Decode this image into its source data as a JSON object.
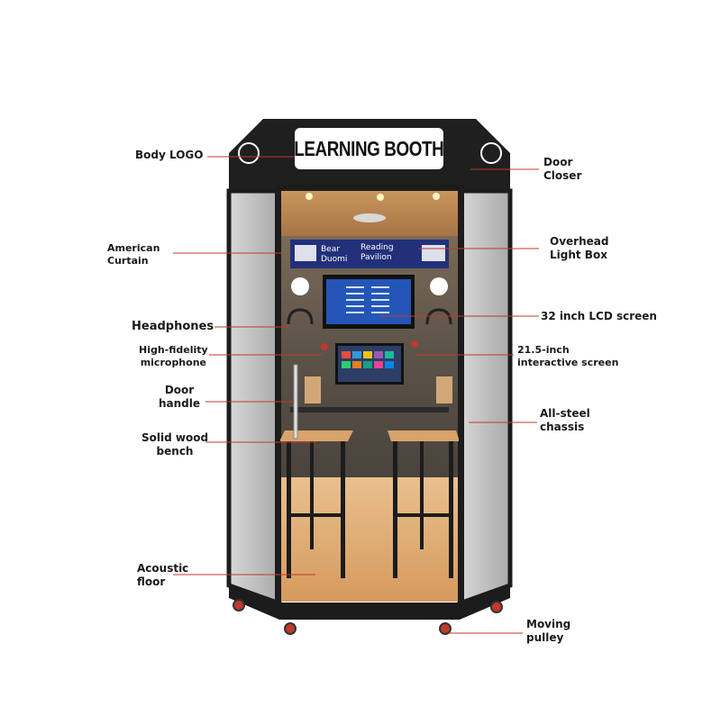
{
  "sign": {
    "title": "LEARNING BOOTH"
  },
  "lightbox": {
    "left_text": "Bear\nDuomi",
    "right_text": "Reading\nPavilion"
  },
  "callouts": {
    "body_logo": "Body LOGO",
    "american_curtain": "American\nCurtain",
    "headphones": "Headphones",
    "microphone": "High-fidelity\nmicrophone",
    "door_handle": "Door\nhandle",
    "bench": "Solid wood\nbench",
    "floor": "Acoustic\nfloor",
    "door_closer": "Door\nCloser",
    "light_box": "Overhead\nLight Box",
    "lcd_screen": "32 inch LCD screen",
    "interactive_screen": "21.5-inch\ninteractive screen",
    "chassis": "All-steel\nchassis",
    "pulley": "Moving\npulley"
  },
  "colors": {
    "leader_line": "#c0392b",
    "frame": "#1c1c1c",
    "wood": "#d9a46b",
    "lcd": "#2456b8"
  }
}
